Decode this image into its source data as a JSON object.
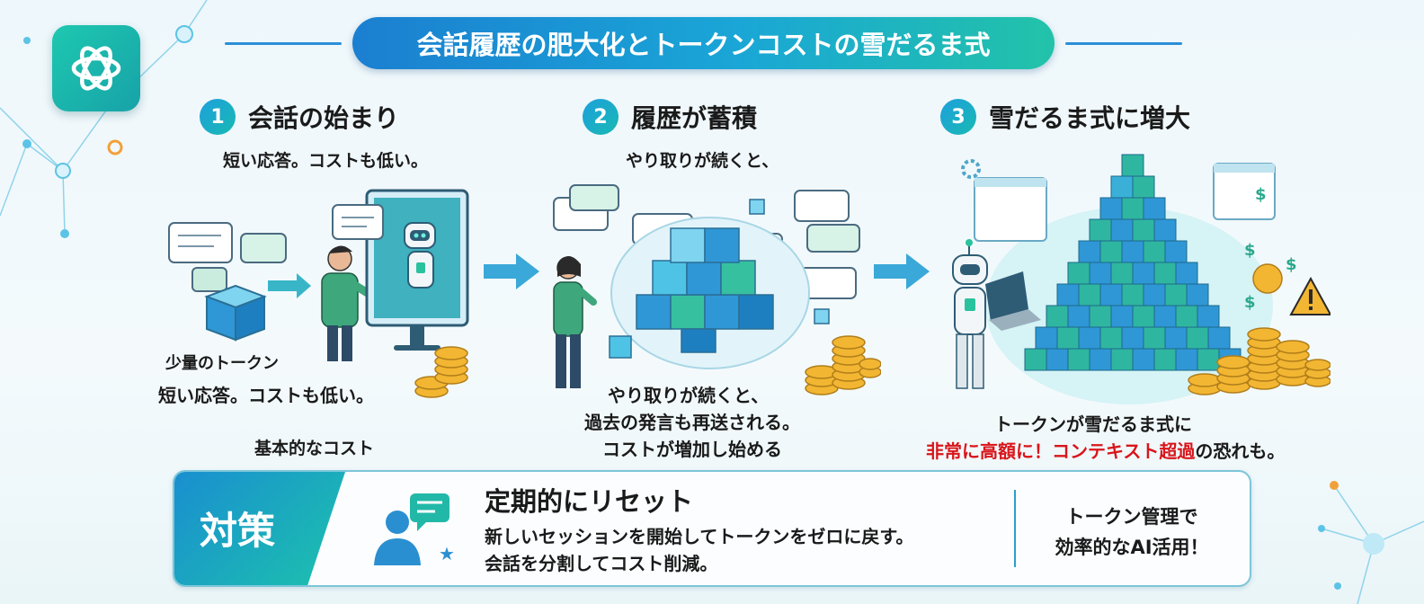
{
  "header": {
    "title": "会話履歴の肥大化とトークンコストの雪だるま式"
  },
  "steps": [
    {
      "num": "1",
      "title": "会話の始まり",
      "subtitle": "短い応答。コストも低い。",
      "label_small": "少量のトークン",
      "label_main": "短い応答。コストも低い。",
      "label_bottom": "基本的なコスト"
    },
    {
      "num": "2",
      "title": "履歴が蓄積",
      "subtitle": "やり取りが続くと、",
      "desc_line1": "やり取りが続くと、",
      "desc_line2": "過去の発言も再送される。",
      "desc_line3": "コストが増加し始める"
    },
    {
      "num": "3",
      "title": "雪だるま式に増大",
      "desc_line1": "トークンが雪だるま式に",
      "desc_line2_red": "非常に高額に！コンテキスト超過",
      "desc_line2_rest": "の恐れも。"
    }
  ],
  "countermeasure": {
    "label": "対策",
    "title": "定期的にリセット",
    "line1": "新しいセッションを開始してトークンをゼロに戻す。",
    "line2": "会話を分割してコスト削減。",
    "right_line1": "トークン管理で",
    "right_line2": "効率的なAI活用！"
  },
  "colors": {
    "accent_blue": "#1b7fd1",
    "accent_teal": "#22c3a9",
    "warning_red": "#d9151a",
    "coin_gold": "#f2b632"
  },
  "icons": [
    "openai-logo-icon",
    "speech-bubble-icon",
    "cube-icon",
    "robot-icon",
    "coin-icon",
    "gear-icon",
    "warning-icon",
    "dollar-icon",
    "person-icon",
    "arrow-right-icon"
  ]
}
